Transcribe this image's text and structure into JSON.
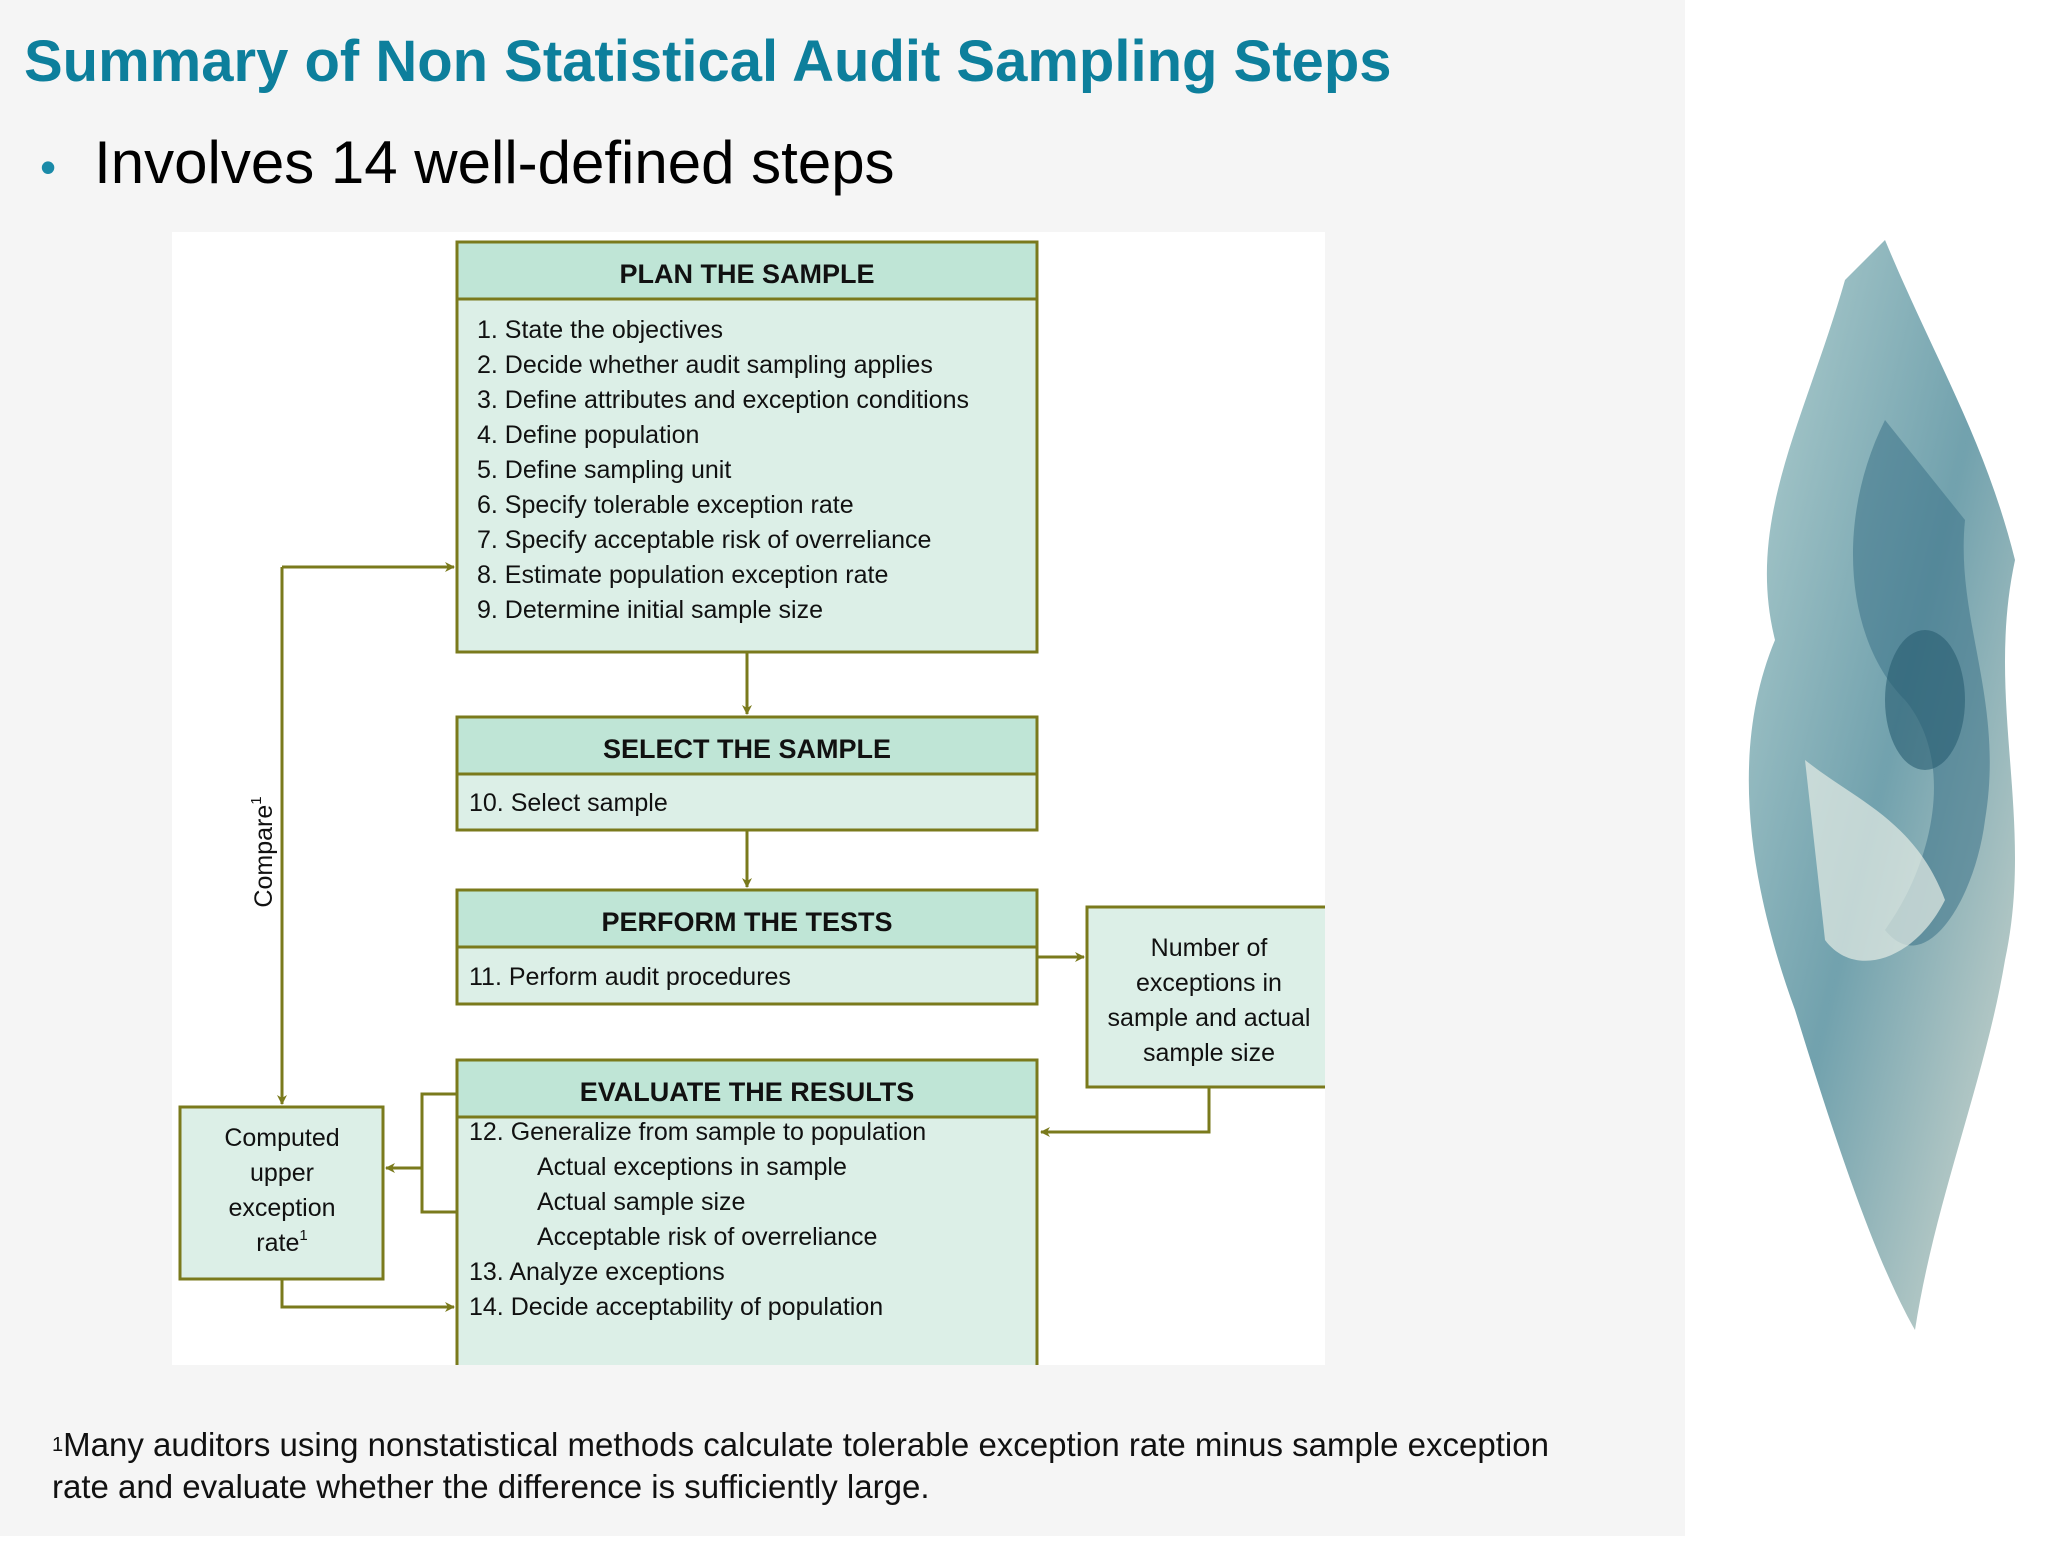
{
  "title": "Summary of  Non Statistical Audit Sampling Steps",
  "bullet": "Involves 14 well-defined steps",
  "colors": {
    "title": "#0d7f9c",
    "box_fill": "#dcefe7",
    "header_fill": "#bfe5d6",
    "border": "#7a7a1c"
  },
  "diagram": {
    "plan": {
      "header": "PLAN THE SAMPLE",
      "steps": [
        "1. State the objectives",
        "2. Decide whether audit sampling applies",
        "3. Define attributes and exception conditions",
        "4. Define population",
        "5. Define sampling unit",
        "6. Specify tolerable exception rate",
        "7. Specify acceptable risk of overreliance",
        "8. Estimate population exception rate",
        "9. Determine initial sample size"
      ]
    },
    "select": {
      "header": "SELECT THE SAMPLE",
      "steps": [
        "10. Select sample"
      ]
    },
    "perform": {
      "header": "PERFORM THE TESTS",
      "steps": [
        "11. Perform audit procedures"
      ]
    },
    "evaluate": {
      "header": "EVALUATE THE RESULTS",
      "steps": [
        "12. Generalize from sample to population",
        "Actual exceptions in sample",
        "Actual sample size",
        "Acceptable risk of overreliance",
        "13. Analyze exceptions",
        "14. Decide acceptability of population"
      ]
    },
    "exceptions_box": [
      "Number of",
      "exceptions in",
      "sample and actual",
      "sample size"
    ],
    "computed_box": [
      "Computed",
      "upper",
      "exception",
      "rate"
    ],
    "computed_sup": "1",
    "compare_label": "Compare",
    "compare_sup": "1"
  },
  "footnote": {
    "marker": "1",
    "text": "Many auditors using nonstatistical methods calculate tolerable exception rate minus sample exception rate and evaluate whether the difference is sufficiently large."
  }
}
